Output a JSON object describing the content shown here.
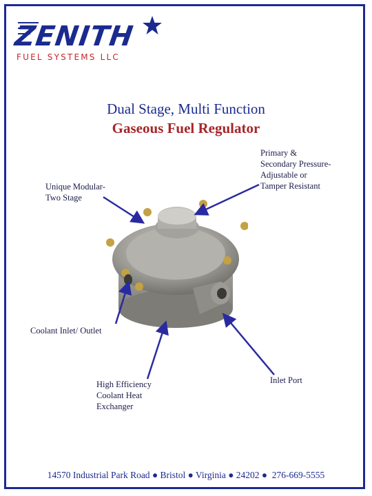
{
  "logo": {
    "word": "ZENITH",
    "subtitle": "FUEL SYSTEMS LLC",
    "icon": "star-icon"
  },
  "title": {
    "line1": "Dual Stage, Multi Function",
    "line2": "Gaseous Fuel Regulator"
  },
  "labels": {
    "modular": "Unique Modular-\nTwo Stage",
    "pressure": "Primary &\nSecondary Pressure-\nAdjustable or\nTamper Resistant",
    "coolant": "Coolant Inlet/ Outlet",
    "exchanger": "High Efficiency\nCoolant Heat\nExchanger",
    "inlet": "Inlet Port"
  },
  "footer": {
    "address": "14570 Industrial Park Road",
    "city": "Bristol",
    "state": "Virginia",
    "zip": "24202",
    "phone": "276-669-5555",
    "separator": "●"
  },
  "colors": {
    "brand_blue": "#1b2a8f",
    "brand_red": "#a6262a",
    "arrow": "#2a2aa0"
  }
}
